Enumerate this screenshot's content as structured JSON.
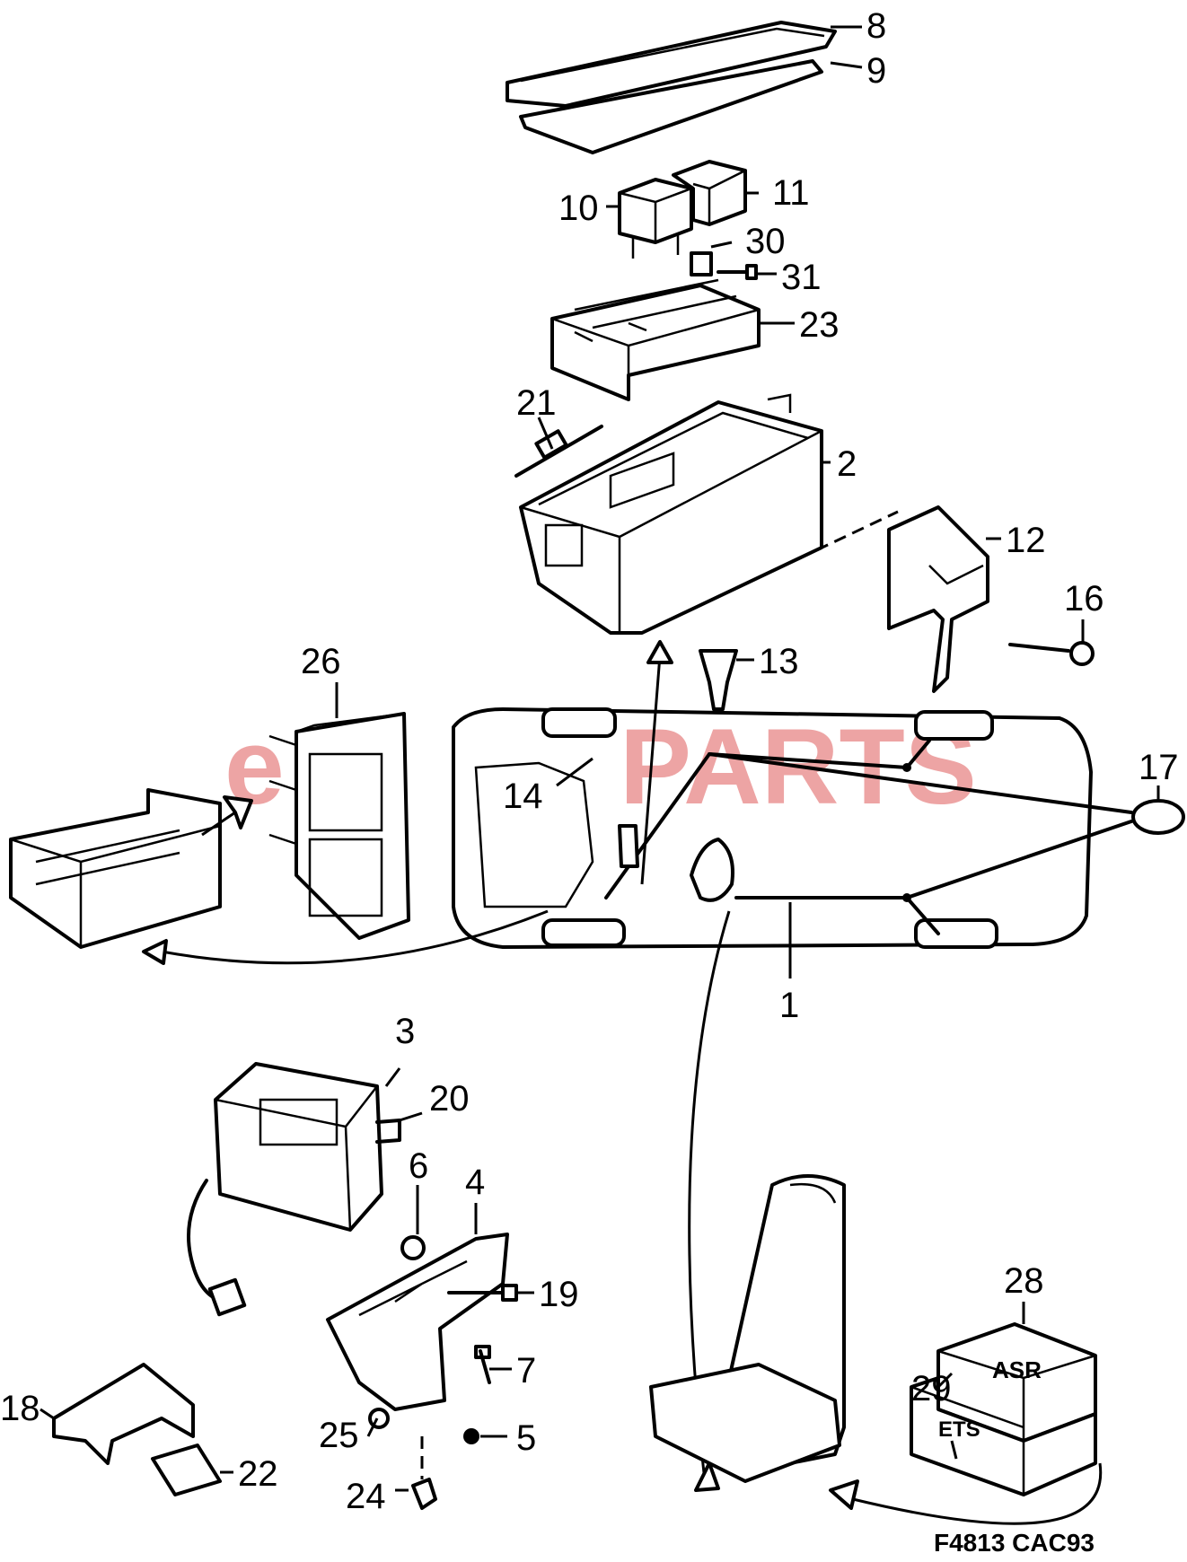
{
  "watermark": {
    "part_a": "e",
    "part_b": "PARTS",
    "color": "#e05a5a"
  },
  "callouts": {
    "c1": "1",
    "c2": "2",
    "c3": "3",
    "c4": "4",
    "c5": "5",
    "c6": "6",
    "c7": "7",
    "c8": "8",
    "c9": "9",
    "c10": "10",
    "c11": "11",
    "c12": "12",
    "c13": "13",
    "c14": "14",
    "c16": "16",
    "c17": "17",
    "c18": "18",
    "c19": "19",
    "c20": "20",
    "c21": "21",
    "c22": "22",
    "c23": "23",
    "c24": "24",
    "c25": "25",
    "c26": "26",
    "c28": "28",
    "c29": "29",
    "c30": "30",
    "c31": "31"
  },
  "module_labels": {
    "asr": "ASR",
    "ets": "ETS"
  },
  "figure_code": "F4813  CAC93"
}
